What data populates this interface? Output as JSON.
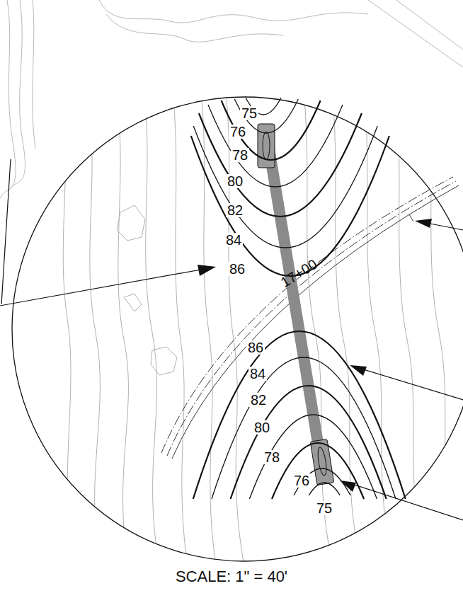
{
  "diagram": {
    "caption": "SCALE: 1\" = 40'",
    "labels": [
      "75",
      "76",
      "78",
      "80",
      "82",
      "84",
      "86",
      "17+00",
      "86",
      "84",
      "82",
      "80",
      "78",
      "76",
      "75"
    ]
  }
}
